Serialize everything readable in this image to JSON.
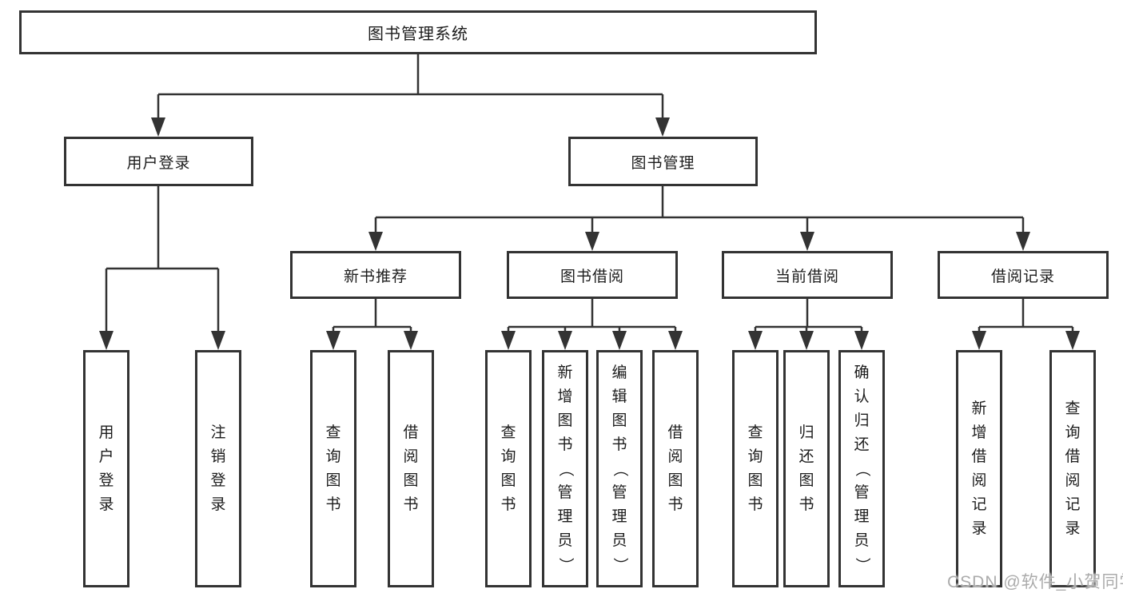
{
  "diagram_title": "图书管理系统",
  "watermark": "CSDN @软件_小贺同学",
  "nodes": {
    "root": {
      "label": "图书管理系统"
    },
    "level2": [
      {
        "label": "用户登录"
      },
      {
        "label": "图书管理"
      }
    ],
    "level3": [
      {
        "label": "新书推荐"
      },
      {
        "label": "图书借阅"
      },
      {
        "label": "当前借阅"
      },
      {
        "label": "借阅记录"
      }
    ],
    "leaves": [
      {
        "label": "用户登录"
      },
      {
        "label": "注销登录"
      },
      {
        "label": "查询图书"
      },
      {
        "label": "借阅图书"
      },
      {
        "label": "查询图书"
      },
      {
        "label": "新增图书（管理员）"
      },
      {
        "label": "编辑图书（管理员）"
      },
      {
        "label": "借阅图书"
      },
      {
        "label": "查询图书"
      },
      {
        "label": "归还图书"
      },
      {
        "label": "确认归还（管理员）"
      },
      {
        "label": "新增借阅记录"
      },
      {
        "label": "查询借阅记录"
      }
    ]
  },
  "colors": {
    "line": "#333333",
    "box_border": "#333333",
    "text": "#1c1c1c",
    "watermark": "#ababab",
    "background": "#ffffff"
  }
}
